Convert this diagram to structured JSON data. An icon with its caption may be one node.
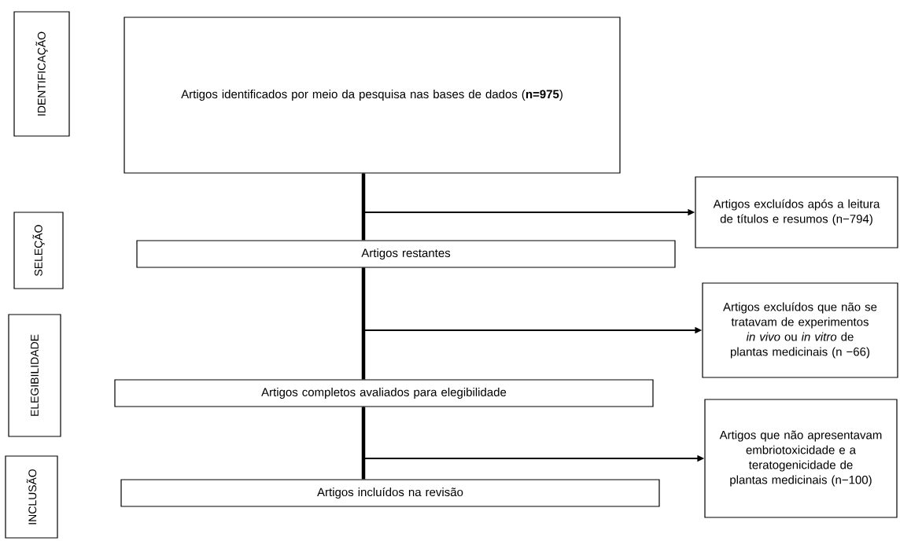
{
  "diagram": {
    "nodes": [
      {
        "text": [
          "IDENTIFICAÇÃO"
        ]
      },
      {
        "text": [
          "SELEÇÃO"
        ]
      },
      {
        "text": [
          "ELEGIBILIDADE"
        ]
      },
      {
        "text": [
          "INCLUSÃO"
        ]
      },
      {
        "text": [
          "Artigos identificados por meio da pesquisa nas bases de dados (**n=975**)"
        ]
      },
      {
        "text": [
          "Artigos excluídos após a leitura de títulos e resumos (n−794)"
        ]
      },
      {
        "text": [
          "Artigos restantes"
        ]
      },
      {
        "text": [
          "Artigos excluídos que não se tratavam de experimentos *in vivo* ou *in vitro* de plantas medicinais (n −66)"
        ]
      },
      {
        "text": [
          "Artigos completos avaliados para elegibilidade"
        ]
      },
      {
        "text": [
          "Artigos que não apresentavam embriotoxicidade e a teratogenicidade de plantas medicinais (n−100)"
        ]
      },
      {
        "text": [
          "Artigos incluídos na revisão"
        ]
      }
    ],
    "edges": [
      {
        "from": 4,
        "to": 6,
        "arrow": "none",
        "style": "thick"
      },
      {
        "from": 4,
        "to": 5,
        "arrow": "to"
      },
      {
        "from": 6,
        "to": 8,
        "arrow": "none",
        "style": "thick"
      },
      {
        "from": 6,
        "to": 7,
        "arrow": "to"
      },
      {
        "from": 8,
        "to": 10,
        "arrow": "none",
        "style": "thick"
      },
      {
        "from": 8,
        "to": 9,
        "arrow": "to"
      }
    ]
  }
}
